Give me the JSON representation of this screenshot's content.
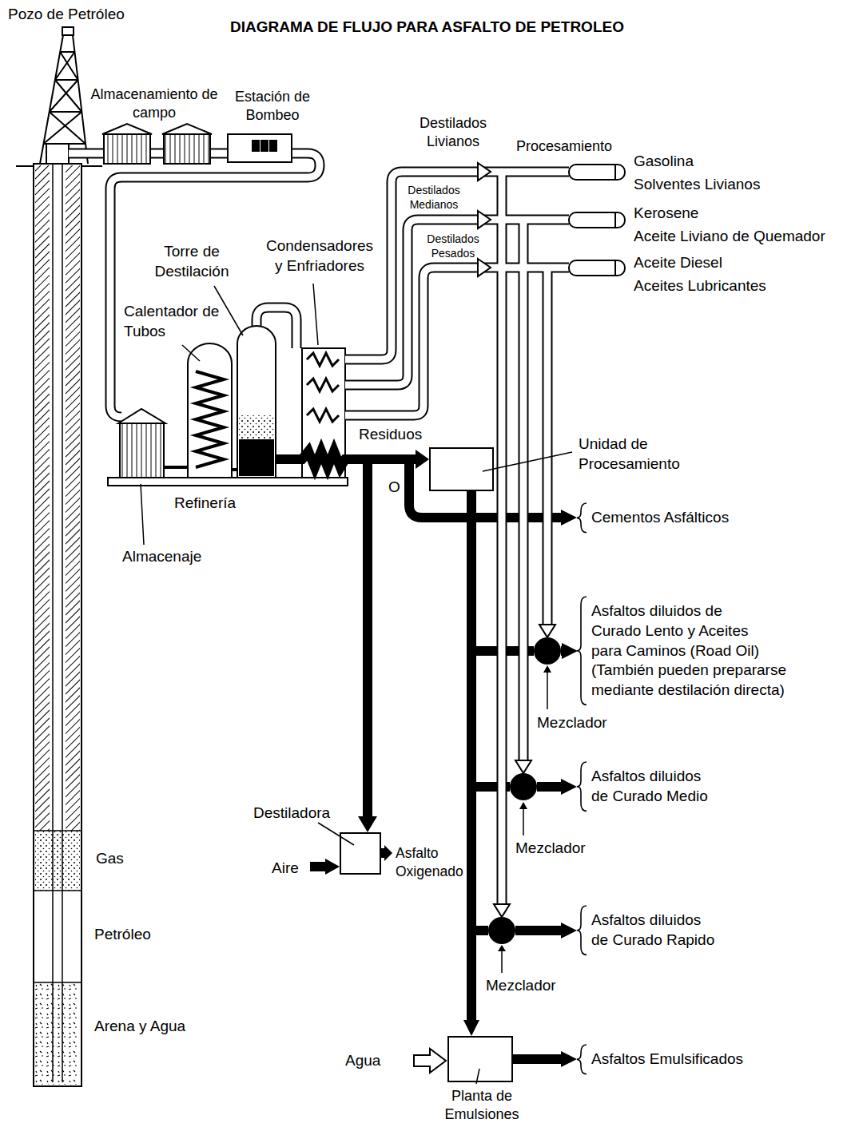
{
  "diagram": {
    "title": "DIAGRAMA DE FLUJO PARA ASFALTO DE PETROLEO",
    "nodes": [
      {
        "text": [
          "Unidad de Procesamiento"
        ]
      },
      {
        "text": [
          "Destiladora"
        ]
      },
      {
        "text": [
          "Mezclador"
        ]
      },
      {
        "text": [
          "Mezclador"
        ]
      },
      {
        "text": [
          "Mezclador"
        ]
      },
      {
        "text": [
          "Planta de Emulsiones"
        ]
      },
      {
        "text": [
          "Cementos Asfálticos"
        ]
      },
      {
        "text": [
          "Asfaltos diluidos de Curado Lento y Aceites para Caminos (Road Oil)",
          "(También pueden prepararse mediante destilación directa)"
        ]
      },
      {
        "text": [
          "Asfaltos diluidos de Curado Medio"
        ]
      },
      {
        "text": [
          "Asfaltos diluidos de Curado Rapido"
        ]
      },
      {
        "text": [
          "Asfaltos Emulsificados"
        ]
      }
    ],
    "edges": [
      {
        "from": 0,
        "to": 6,
        "arrow": "to"
      },
      {
        "from": 0,
        "to": 2,
        "arrow": "none"
      },
      {
        "from": 0,
        "to": 3,
        "arrow": "none"
      },
      {
        "from": 0,
        "to": 4,
        "arrow": "none"
      },
      {
        "from": 0,
        "to": 5,
        "arrow": "to"
      },
      {
        "from": 2,
        "to": 7,
        "arrow": "to"
      },
      {
        "from": 3,
        "to": 8,
        "arrow": "to"
      },
      {
        "from": 4,
        "to": 9,
        "arrow": "to"
      },
      {
        "from": 5,
        "to": 10,
        "arrow": "to"
      }
    ],
    "labels": [
      "Pozo de Petróleo",
      "Almacenamiento de campo",
      "Estación de Bombeo",
      "Destilados Livianos",
      "Procesamiento",
      "Gasolina",
      "Solventes Livianos",
      "Destilados Medianos",
      "Kerosene",
      "Aceite Liviano de Quemador",
      "Destilados Pesados",
      "Aceite Diesel",
      "Aceites Lubricantes",
      "Torre de Destilación",
      "Condensadores y Enfriadores",
      "Calentador de Tubos",
      "Residuos",
      "O",
      "Refinería",
      "Almacenaje",
      "Aire",
      "Asfalto Oxigenado",
      "Agua",
      "Gas",
      "Petróleo",
      "Arena y Agua"
    ]
  }
}
